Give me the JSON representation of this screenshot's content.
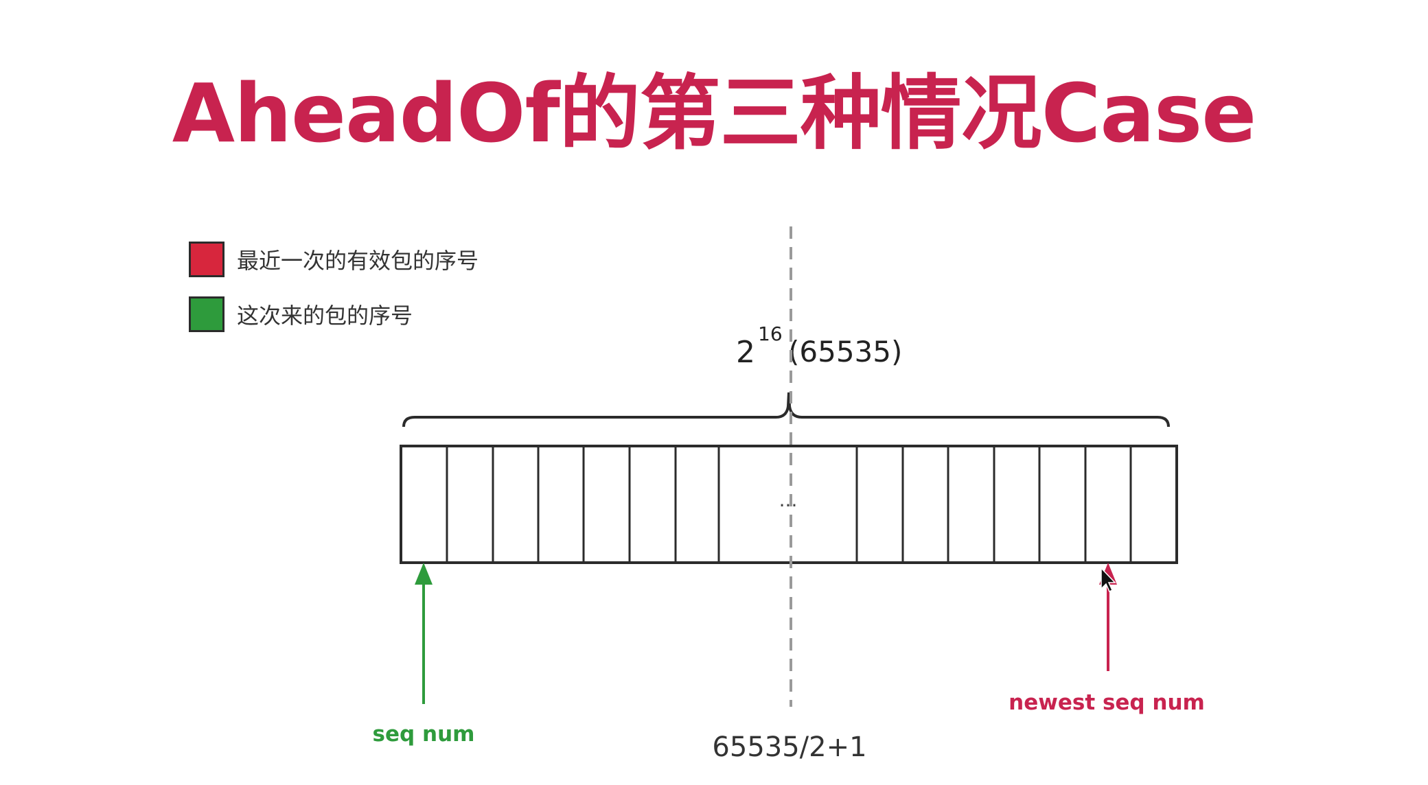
{
  "title": "AheadOf的第三种情况Case",
  "legend": [
    {
      "label": "最近一次的有效包的序号",
      "color": "#d7263d"
    },
    {
      "label": "这次来的包的序号",
      "color": "#2e9b3c"
    }
  ],
  "range": {
    "base": "2",
    "power": "16",
    "value": "(65535)"
  },
  "ellipsis": "...",
  "seq_num_label": "seq num",
  "newest_seq_label": "newest seq num",
  "midpoint_label": "65535/2+1",
  "colors": {
    "title": "#c8234f",
    "seq": "#2e9b3c",
    "newest": "#c8234f",
    "dashed_line": "#9a9a9a",
    "cell_border": "#2b2b2b"
  }
}
